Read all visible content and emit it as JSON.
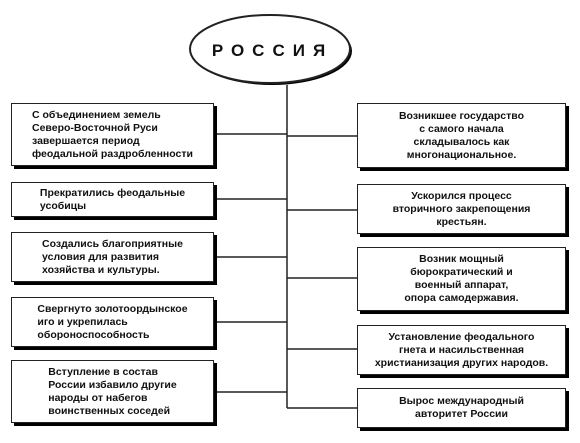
{
  "title": "РОССИЯ",
  "left_boxes": [
    "С объединением земель\nСеверо-Восточной Руси\nзавершается период\nфеодальной раздробленности",
    "Прекратились феодальные\nусобицы",
    "Создались благоприятные\nусловия для развития\nхозяйства и культуры.",
    "Свергнуто золотоордынское\nиго и укрепилась\nобороноспособность",
    "Вступление в состав\nРоссии избавило другие\nнароды от набегов\nвоинственных соседей"
  ],
  "right_boxes": [
    "Возникшее государство\nс самого начала\nскладывалось как\nмногонациональное.",
    "Ускорился процесс\nвторичного закрепощения\nкрестьян.",
    "Возник мощный\nбюрократический и\nвоенный аппарат,\nопора самодержавия.",
    "Установление феодального\nгнета и насильственная\nхристианизация других народов.",
    "Вырос международный\nавторитет России"
  ]
}
